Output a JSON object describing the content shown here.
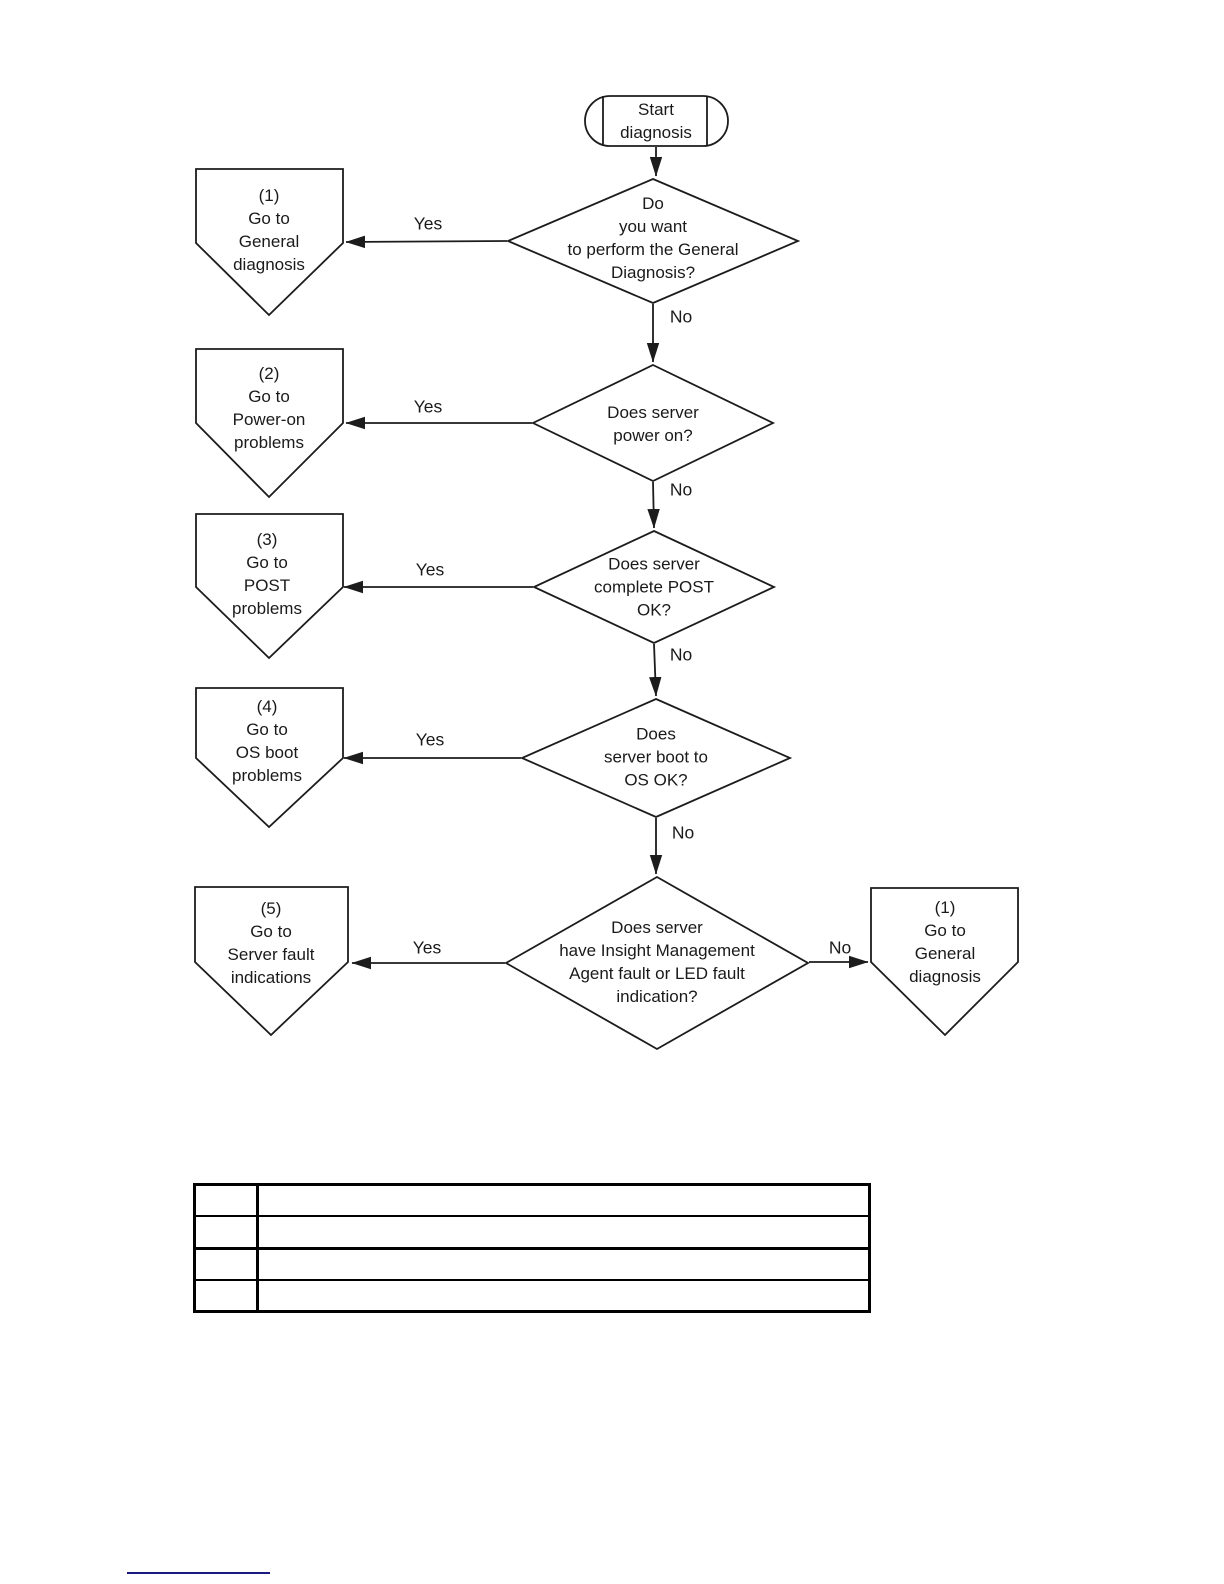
{
  "flowchart": {
    "start": {
      "label": "Start\ndiagnosis"
    },
    "decisions": [
      {
        "question": "Do\nyou want\nto perform the General\nDiagnosis?",
        "yes": "Yes",
        "no": "No"
      },
      {
        "question": "Does server\npower on?",
        "yes": "Yes",
        "no": "No"
      },
      {
        "question": "Does server\ncomplete POST\nOK?",
        "yes": "Yes",
        "no": "No"
      },
      {
        "question": "Does\nserver boot to\nOS OK?",
        "yes": "Yes",
        "no": "No"
      },
      {
        "question": "Does server\nhave Insight Management\nAgent fault or LED fault\nindication?",
        "yes": "Yes",
        "no": "No"
      }
    ],
    "offpage_connectors": [
      {
        "label": "(1)\nGo to\nGeneral\ndiagnosis"
      },
      {
        "label": "(2)\nGo to\nPower-on\nproblems"
      },
      {
        "label": "(3)\nGo to\nPOST\nproblems"
      },
      {
        "label": "(4)\nGo to\nOS boot\nproblems"
      },
      {
        "label": "(5)\nGo to\nServer fault\nindications"
      },
      {
        "label": "(1)\nGo to\nGeneral\ndiagnosis"
      }
    ]
  },
  "table": {
    "rows": [
      [
        "",
        ""
      ],
      [
        "",
        ""
      ],
      [
        "",
        ""
      ],
      [
        "",
        ""
      ]
    ]
  },
  "colors": {
    "line": "#1c1c1c",
    "text": "#1a1a1a",
    "footnote_rule": "#19197f"
  }
}
